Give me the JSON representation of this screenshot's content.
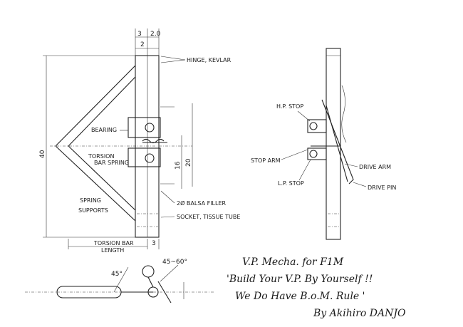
{
  "dimensions": {
    "top_3": "3",
    "top_2_0": "2.0",
    "top_2": "2",
    "height_40": "40",
    "height_16": "16",
    "height_20": "20",
    "bottom_3": "3",
    "angle_45": "45°",
    "angle_45_60": "45~60°"
  },
  "labels": {
    "hinge": "HINGE, KEVLAR",
    "bearing": "BEARING",
    "torsion_bar_spring_1": "TORSION",
    "torsion_bar_spring_2": "BAR SPRING",
    "spring_supports_1": "SPRING",
    "spring_supports_2": "SUPPORTS",
    "balsa_filler": "2Ø BALSA FILLER",
    "socket": "SOCKET, TISSUE TUBE",
    "torsion_bar_length_1": "TORSION BAR",
    "torsion_bar_length_2": "LENGTH",
    "hp_stop": "H.P. STOP",
    "stop_arm": "STOP ARM",
    "lp_stop": "L.P. STOP",
    "drive_arm": "DRIVE ARM",
    "drive_pin": "DRIVE PIN"
  },
  "title": {
    "line1": "V.P. Mecha. for F1M",
    "line2": "'Build Your V.P. By Yourself !!",
    "line3": "We Do Have B.o.M. Rule '",
    "author": "By Akihiro DANJO"
  }
}
